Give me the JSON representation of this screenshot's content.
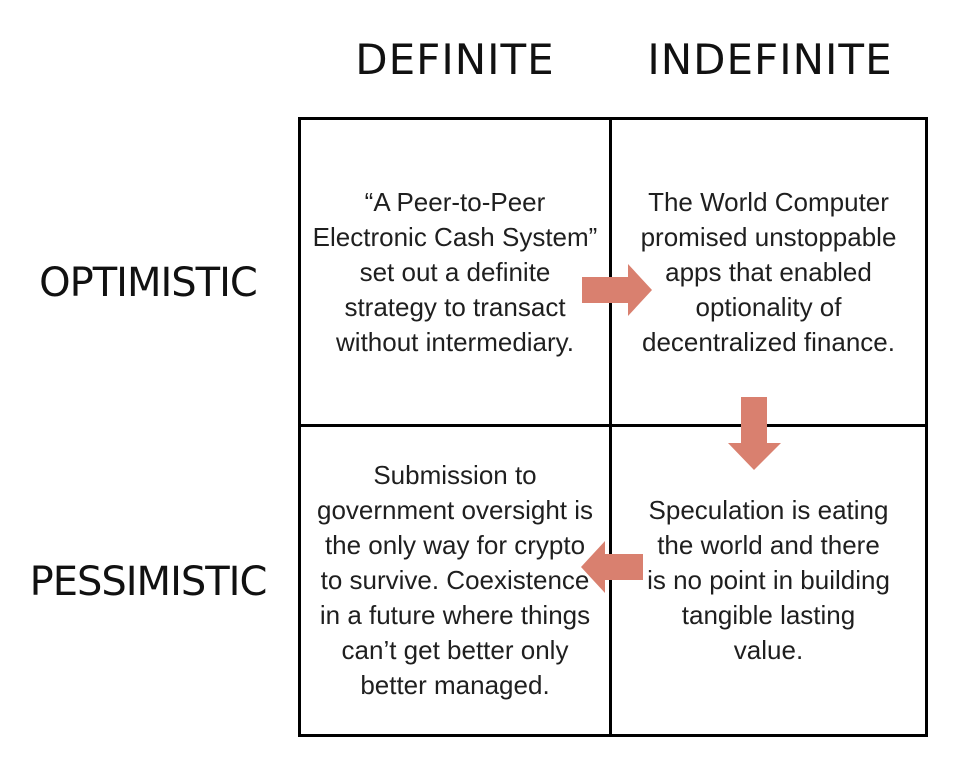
{
  "matrix": {
    "column_headers": {
      "definite": "DEFINITE",
      "indefinite": "INDEFINITE"
    },
    "row_headers": {
      "optimistic": "OPTIMISTIC",
      "pessimistic": "PESSIMISTIC"
    },
    "cells": {
      "definite_optimistic": "“A Peer-to-Peer\nElectronic Cash System”\nset out a definite\nstrategy to transact\nwithout intermediary.",
      "indefinite_optimistic": "The World Computer\npromised unstoppable\napps that enabled\noptionality of\ndecentralized finance.",
      "definite_pessimistic": "Submission to\ngovernment oversight is\nthe only way for crypto\nto survive. Coexistence\nin a future where things\ncan’t get better only\nbetter managed.",
      "indefinite_pessimistic": "Speculation is eating\nthe world and there\nis no point in building\ntangible lasting\nvalue."
    }
  },
  "arrows": {
    "right": "from definite-optimistic to indefinite-optimistic",
    "down": "from indefinite-optimistic to indefinite-pessimistic",
    "left": "from indefinite-pessimistic to definite-pessimistic"
  },
  "colors": {
    "arrow": "#D9806F",
    "grid_border": "#000000",
    "text": "#1f1f1f"
  }
}
